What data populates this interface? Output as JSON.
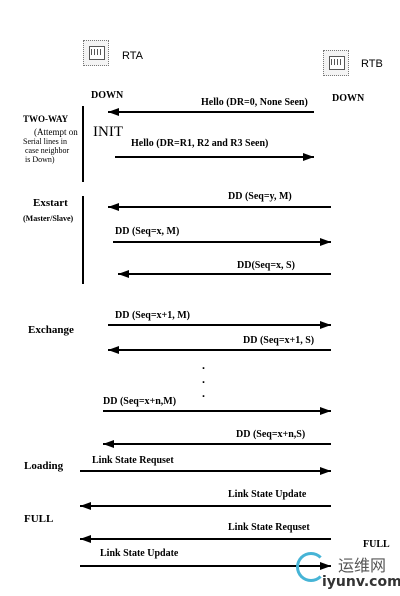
{
  "routers": {
    "left": "RTA",
    "right": "RTB"
  },
  "router_icon": "router-icon",
  "state_left_initial": "DOWN",
  "state_right_initial": "DOWN",
  "state_right_final": "FULL",
  "phases": {
    "two_way": "TWO-WAY",
    "two_way_note_1": "(Attempt on",
    "two_way_note_2": "Serial lines in",
    "two_way_note_3": "case neighbor",
    "two_way_note_4": "is Down)",
    "init": "INIT",
    "exstart": "Exstart",
    "exstart_note": "(Master/Slave)",
    "exchange": "Exchange",
    "loading": "Loading",
    "full": "FULL"
  },
  "messages": [
    {
      "label": "Hello (DR=0, None Seen)",
      "dir": "left"
    },
    {
      "label": "Hello (DR=R1, R2 and R3 Seen)",
      "dir": "right"
    },
    {
      "label": "DD (Seq=y, M)",
      "dir": "left"
    },
    {
      "label": "DD (Seq=x, M)",
      "dir": "right"
    },
    {
      "label": "DD(Seq=x, S)",
      "dir": "left"
    },
    {
      "label": "DD (Seq=x+1, M)",
      "dir": "right"
    },
    {
      "label": "DD (Seq=x+1, S)",
      "dir": "left"
    },
    {
      "label": "DD (Seq=x+n,M)",
      "dir": "right"
    },
    {
      "label": "DD (Seq=x+n,S)",
      "dir": "left"
    },
    {
      "label": "Link State Requset",
      "dir": "right"
    },
    {
      "label": "Link State Update",
      "dir": "left"
    },
    {
      "label": "Link State Requset",
      "dir": "left"
    },
    {
      "label": "Link State Update",
      "dir": "right"
    }
  ],
  "ellipsis": ".",
  "watermark": {
    "cn": "运维网",
    "url": "iyunv.com"
  }
}
